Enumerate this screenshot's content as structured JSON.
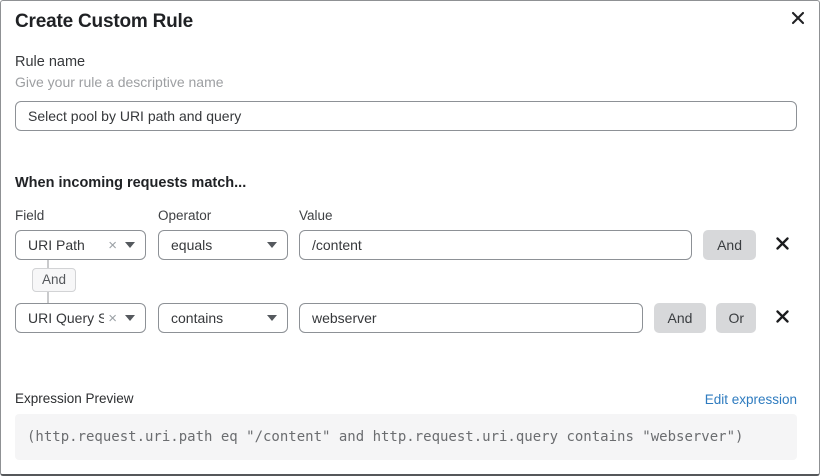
{
  "dialog": {
    "title": "Create Custom Rule"
  },
  "rule_name": {
    "label": "Rule name",
    "helper": "Give your rule a descriptive name",
    "value": "Select pool by URI path and query"
  },
  "match": {
    "heading": "When incoming requests match...",
    "columns": {
      "field": "Field",
      "operator": "Operator",
      "value": "Value"
    },
    "connector_label": "And",
    "rows": [
      {
        "field": "URI Path",
        "operator": "equals",
        "value": "/content",
        "buttons": [
          "And"
        ]
      },
      {
        "field": "URI Query St...",
        "operator": "contains",
        "value": "webserver",
        "buttons": [
          "And",
          "Or"
        ]
      }
    ]
  },
  "expression": {
    "label": "Expression Preview",
    "edit_link": "Edit expression",
    "code": "(http.request.uri.path eq \"/content\" and http.request.uri.query contains \"webserver\")"
  },
  "icons": {
    "close": "x-mark",
    "clear": "×",
    "caret": "triangle-down",
    "delete_row": "x-mark"
  },
  "colors": {
    "link_blue": "#2e7bbf",
    "button_gray": "#d7d8da",
    "code_bg": "#f5f5f6",
    "border_gray": "#8d9196"
  }
}
